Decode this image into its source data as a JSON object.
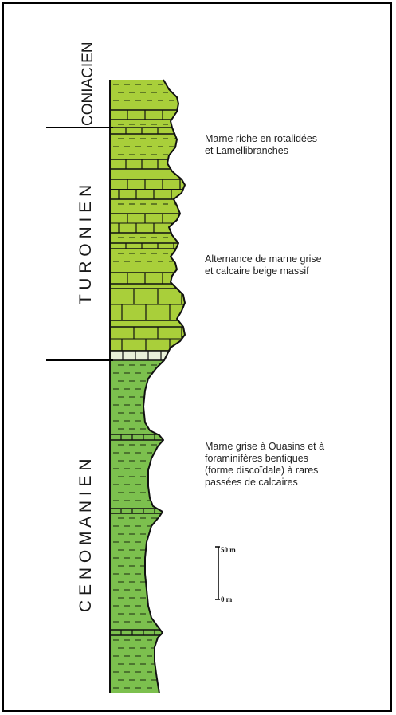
{
  "stages": [
    {
      "name": "CONIACIEN"
    },
    {
      "name": "T U R O N I E N"
    },
    {
      "name": "C E N O M A N I E N"
    }
  ],
  "annotations": [
    {
      "lines": [
        "Marne riche en rotalidées",
        "et Lamellibranches"
      ]
    },
    {
      "lines": [
        "Alternance de marne grise",
        "et calcaire beige massif"
      ]
    },
    {
      "lines": [
        "Marne grise à Ouasins et à",
        "foraminifères bentiques",
        "(forme discoïdale) à rares",
        "passées de calcaires"
      ]
    }
  ],
  "scale": {
    "top_label": "50 m",
    "bottom_label": "0 m"
  },
  "colors": {
    "turonian_fill": "#a9cf3a",
    "cenomanian_fill": "#7cc04e",
    "coniacian_fill": "#a9cf3a",
    "outline": "#111111"
  }
}
